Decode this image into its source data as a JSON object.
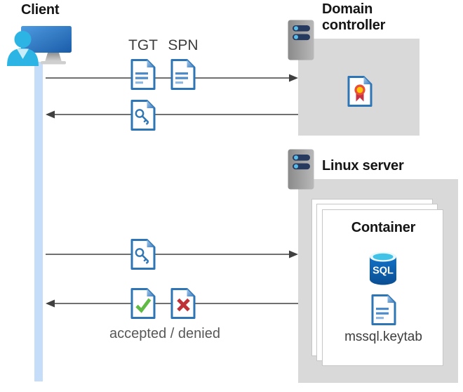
{
  "diagram": {
    "client": {
      "label": "Client"
    },
    "domain_controller": {
      "label": "Domain controller"
    },
    "linux_server": {
      "label": "Linux server"
    },
    "container": {
      "label": "Container",
      "sql_label": "SQL",
      "keytab_label": "mssql.keytab"
    },
    "flows": {
      "tgt_label": "TGT",
      "spn_label": "SPN",
      "result_label": "accepted / denied"
    },
    "colors": {
      "doc_border_blue": "#2e75b6",
      "doc_line_blue": "#4c8bc8",
      "person_cyan": "#2cb5e4",
      "lifeline_blue": "#c5ddf8",
      "box_gray": "#d9d9d9",
      "arrow_gray": "#404040",
      "server_bar_navy": "#26395e",
      "server_dot_blue": "#57bde8",
      "check_green": "#5fbb46",
      "deny_red": "#be3139",
      "seal_yellow": "#ffc80a",
      "seal_ring_red": "#e94f35",
      "ribbon_red": "#c63345",
      "sql_body_blue": "#0a4e92",
      "sql_top_cyan": "#41c2e6"
    }
  }
}
